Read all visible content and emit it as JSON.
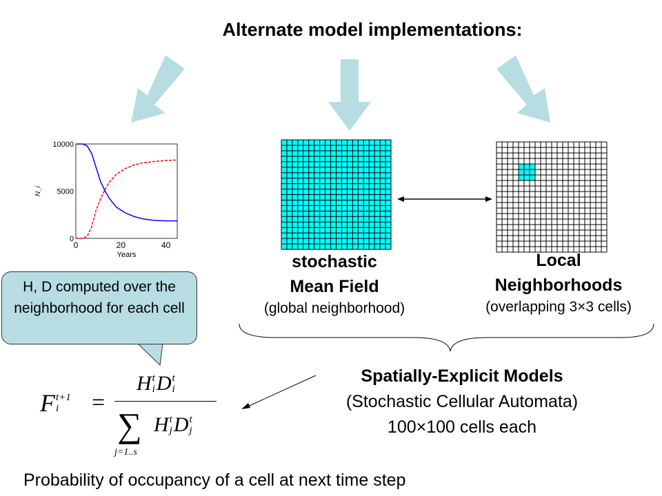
{
  "title": "Alternate model implementations:",
  "chart_data": {
    "type": "line",
    "xlabel": "Years",
    "ylabel": "N_i",
    "xlim": [
      0,
      45
    ],
    "ylim": [
      0,
      10000
    ],
    "xticks": [
      "0",
      "20",
      "40"
    ],
    "yticks": [
      "0",
      "5000",
      "10000"
    ],
    "series": [
      {
        "name": "blue solid",
        "color": "#0000ff",
        "x": [
          0,
          3,
          5,
          7,
          9,
          11,
          13,
          15,
          18,
          22,
          26,
          30,
          35,
          40,
          45
        ],
        "y": [
          10000,
          10000,
          9800,
          9000,
          7500,
          6000,
          5000,
          4200,
          3300,
          2700,
          2300,
          2050,
          1900,
          1850,
          1850
        ]
      },
      {
        "name": "red dashed",
        "color": "#ff0000",
        "x": [
          0,
          3,
          5,
          7,
          9,
          11,
          13,
          15,
          18,
          22,
          26,
          30,
          35,
          40,
          45
        ],
        "y": [
          0,
          0,
          200,
          1200,
          3000,
          4200,
          5200,
          6000,
          6800,
          7400,
          7800,
          8000,
          8150,
          8250,
          8300
        ]
      }
    ]
  },
  "mean_field": {
    "line1": "stochastic",
    "line2": "Mean Field",
    "line3": "(global neighborhood)"
  },
  "local": {
    "line1": "Local",
    "line2": "Neighborhoods",
    "line3": "(overlapping 3×3 cells)"
  },
  "callout": "H, D computed over the neighborhood for each cell",
  "spatial": {
    "line1": "Spatially-Explicit Models",
    "line2": "(Stochastic Cellular Automata)",
    "line3": "100×100 cells each"
  },
  "footer": "Probability of occupancy of a cell at next time step",
  "formula": {
    "lhs": "F",
    "lhs_sup": "t+1",
    "lhs_sub": "i",
    "num": "H",
    "den_index": "j=1..s"
  },
  "colors": {
    "arrow": "#b7dde3",
    "cyan": "#00ffff"
  }
}
